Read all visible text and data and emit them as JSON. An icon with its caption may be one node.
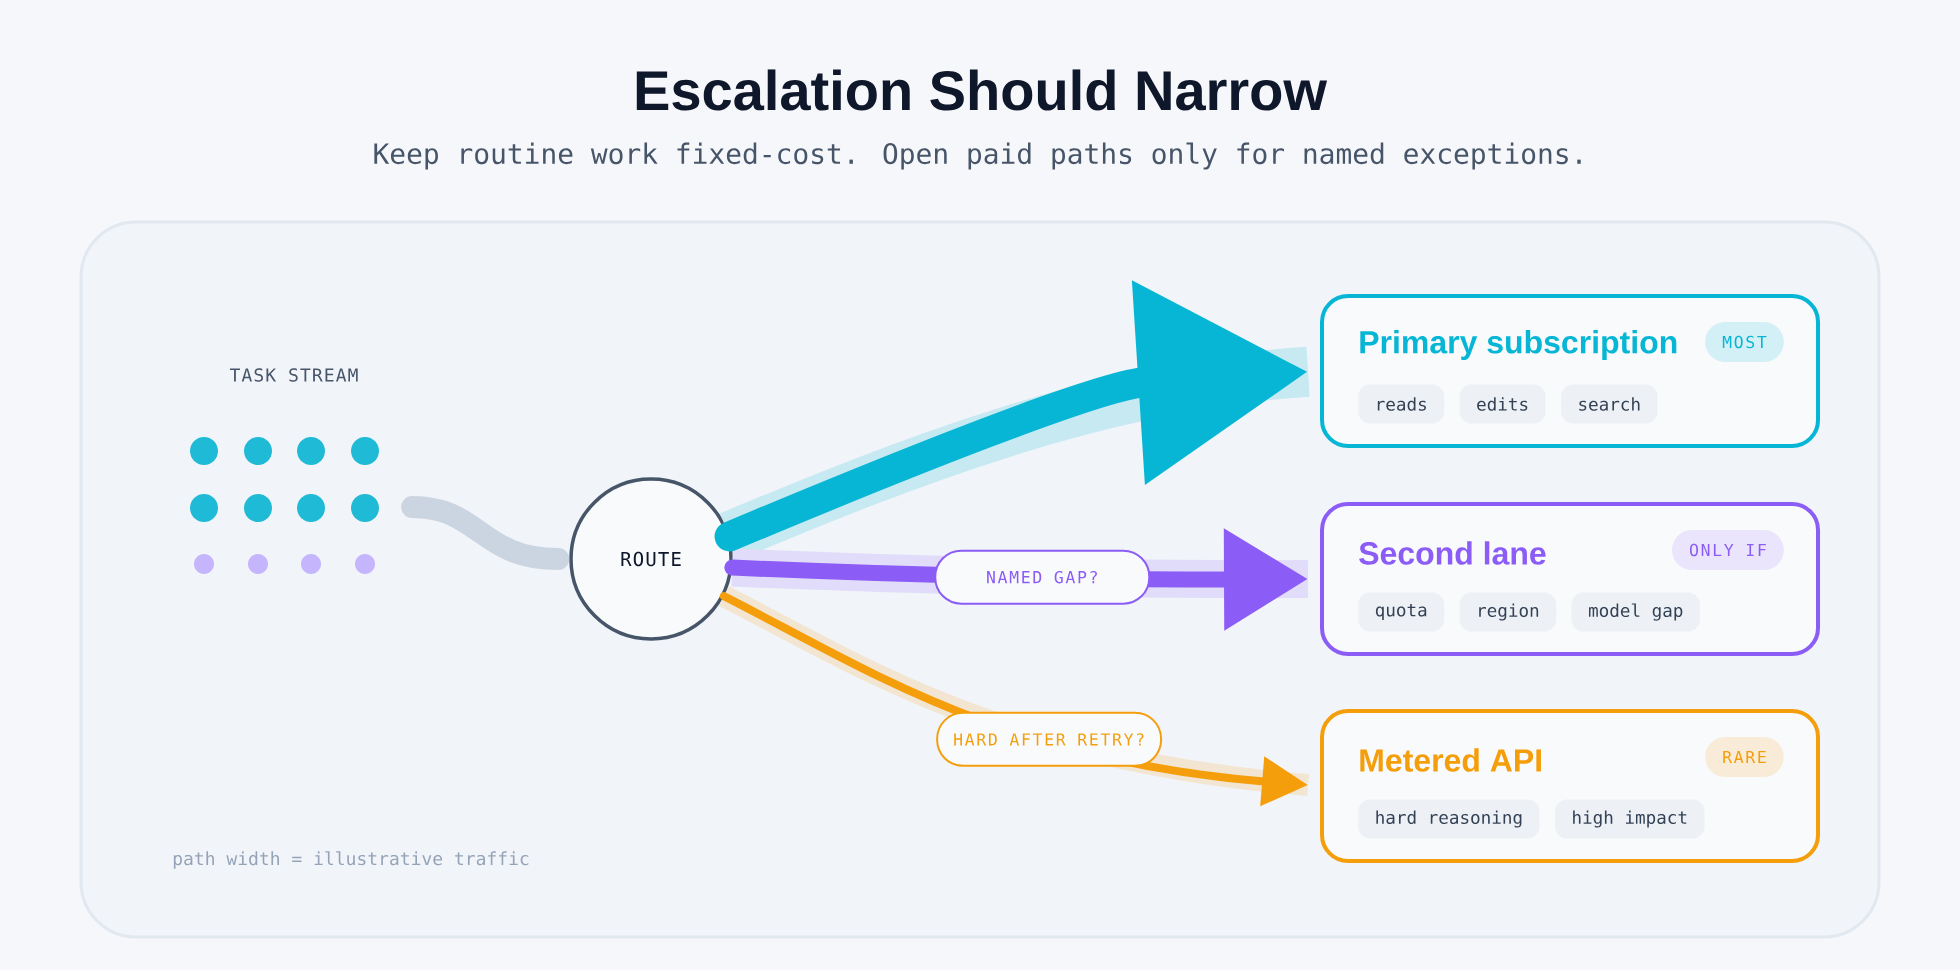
{
  "diagram": {
    "title": "Escalation Should Narrow",
    "nodes": [
      {
        "text": [
          "TASK STREAM"
        ]
      },
      {
        "text": [
          "ROUTE"
        ]
      },
      {
        "text": [
          "Primary subscription"
        ]
      },
      {
        "text": [
          "MOST"
        ],
        "in": 2
      },
      {
        "text": [
          "reads"
        ],
        "in": 2
      },
      {
        "text": [
          "edits"
        ],
        "in": 2
      },
      {
        "text": [
          "search"
        ],
        "in": 2
      },
      {
        "text": [
          "Second lane"
        ]
      },
      {
        "text": [
          "ONLY IF"
        ],
        "in": 7
      },
      {
        "text": [
          "quota"
        ],
        "in": 7
      },
      {
        "text": [
          "region"
        ],
        "in": 7
      },
      {
        "text": [
          "model gap"
        ],
        "in": 7
      },
      {
        "text": [
          "Metered API"
        ]
      },
      {
        "text": [
          "RARE"
        ],
        "in": 12
      },
      {
        "text": [
          "hard reasoning"
        ],
        "in": 12
      },
      {
        "text": [
          "high impact"
        ],
        "in": 12
      }
    ],
    "edges": [
      {
        "from": 0,
        "to": 1,
        "arrow": "none",
        "color": "#cbd5e1"
      },
      {
        "from": 1,
        "to": 2,
        "arrow": "to",
        "style": "thick",
        "color": "#06b6d4"
      },
      {
        "from": 1,
        "to": 7,
        "arrow": "to",
        "label": "NAMED GAP?",
        "color": "#8b5cf6"
      },
      {
        "from": 1,
        "to": 12,
        "arrow": "to",
        "label": "HARD AFTER RETRY?",
        "color": "#f59e0b"
      }
    ],
    "labels": [
      "Keep routine work fixed-cost. Open paid paths only for named exceptions.",
      "path width = illustrative traffic"
    ]
  }
}
